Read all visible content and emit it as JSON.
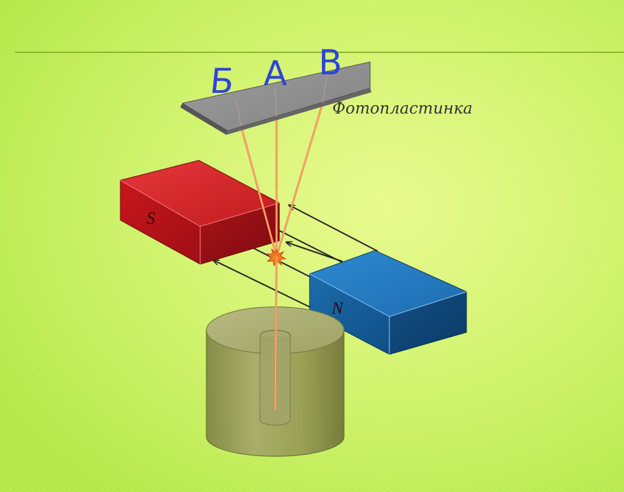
{
  "diagram": {
    "plate_label": "Фотопластинка",
    "south_pole_label": "S",
    "north_pole_label": "N",
    "beam_letters": {
      "left": "Б",
      "center": "А",
      "right": "В"
    }
  },
  "colors": {
    "background": "#c2ef55",
    "south_magnet": "#c8161c",
    "north_magnet": "#1e74b8",
    "beam": "#f08a50",
    "letters": "#2f45d6",
    "plate": "#8f8f8f",
    "container": "#8f9355"
  }
}
